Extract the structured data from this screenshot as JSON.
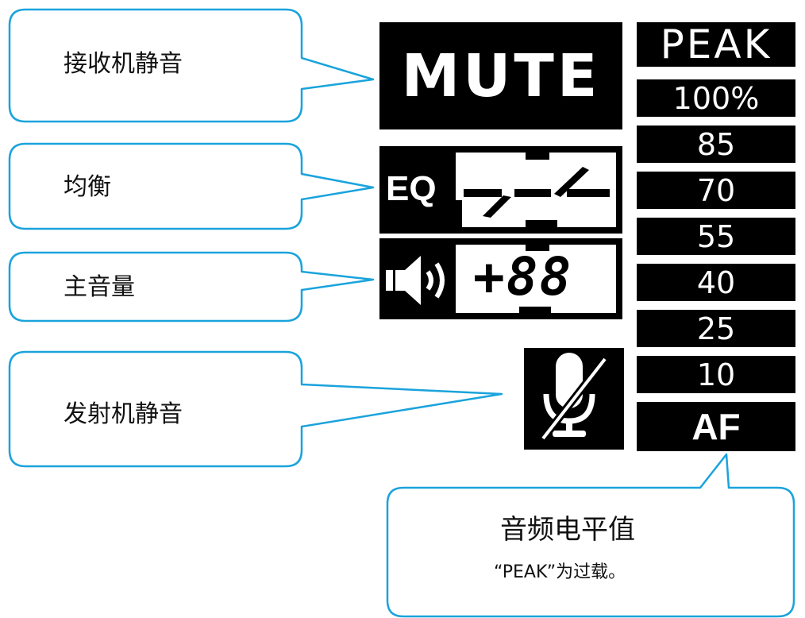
{
  "callouts": {
    "receiver_mute": "接收机静音",
    "equalizer": "均衡",
    "master_volume": "主音量",
    "transmitter_mute": "发射机静音"
  },
  "display": {
    "mute": "MUTE",
    "eq": "EQ",
    "volume_value": "+88",
    "peak_header": "PEAK",
    "level_scale": [
      "100%",
      "85",
      "70",
      "55",
      "40",
      "25",
      "10"
    ],
    "af": "AF"
  },
  "note": {
    "title": "音频电平值",
    "text": "“PEAK”为过载。"
  },
  "colors": {
    "callout_stroke": "#1aa3dc",
    "lcd_black": "#000000",
    "lcd_white": "#ffffff"
  },
  "icons": {
    "speaker": "speaker-icon",
    "eq_curve": "eq-curve-icon",
    "mic_off": "microphone-muted-icon"
  }
}
